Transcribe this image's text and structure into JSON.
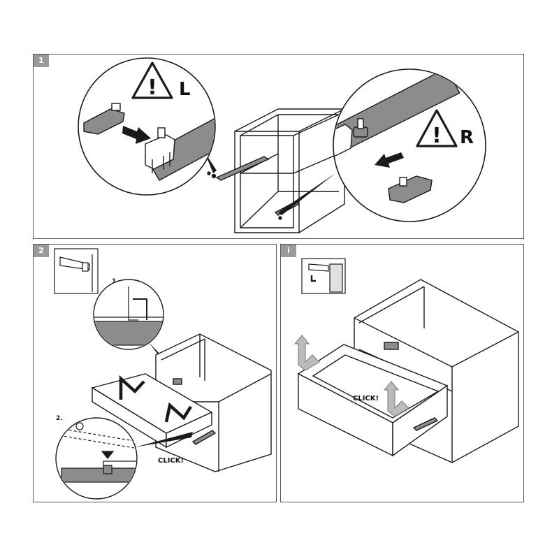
{
  "colors": {
    "line": "#1a1a1a",
    "rail_gray": "#8c8c8c",
    "panel_border": "#555555",
    "badge_gray": "#9a9a9a"
  },
  "panel1": {
    "step": "1",
    "left_label": "L",
    "right_label": "R",
    "warning_mark": "!"
  },
  "panel2": {
    "step": "2",
    "sub1": "1.",
    "sub2": "2.",
    "click": "CLICK!"
  },
  "panelI": {
    "step": "i",
    "click": "CLICK!"
  },
  "icons": [
    "warning-triangle-icon",
    "arrow-icon",
    "bracket-icon",
    "drawer-icon",
    "cabinet-icon"
  ]
}
